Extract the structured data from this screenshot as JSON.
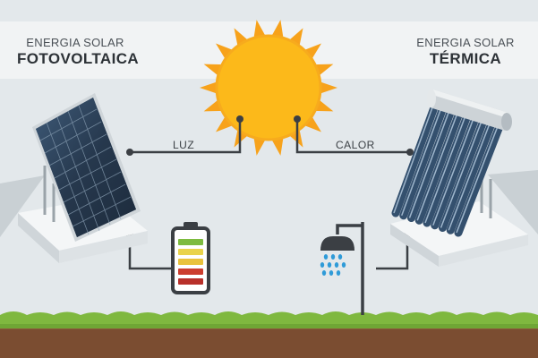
{
  "diagram": {
    "photovoltaic": {
      "subtitle": "ENERGIA SOLAR",
      "title": "FOTOVOLTAICA"
    },
    "thermal": {
      "subtitle": "ENERGIA SOLAR",
      "title": "TÉRMICA"
    },
    "links": {
      "light": "LUZ",
      "heat": "CALOR"
    },
    "battery": {
      "level_segments": 5,
      "segment_colors": [
        "#7dbb3f",
        "#e9d34b",
        "#e9c23c",
        "#cc3d2e",
        "#b8302a"
      ]
    },
    "colors": {
      "sun": "#fcb91a",
      "sun_rays": "#f7a21b",
      "sky_band": "#f2f4f5",
      "grass": "#7fb83f",
      "soil": "#8a5a3a",
      "wire": "#3b3f44",
      "water": "#2f9bd8"
    },
    "icons": [
      "sun-icon",
      "solar-panel-icon",
      "solar-thermal-collector-icon",
      "battery-icon",
      "shower-icon"
    ]
  }
}
